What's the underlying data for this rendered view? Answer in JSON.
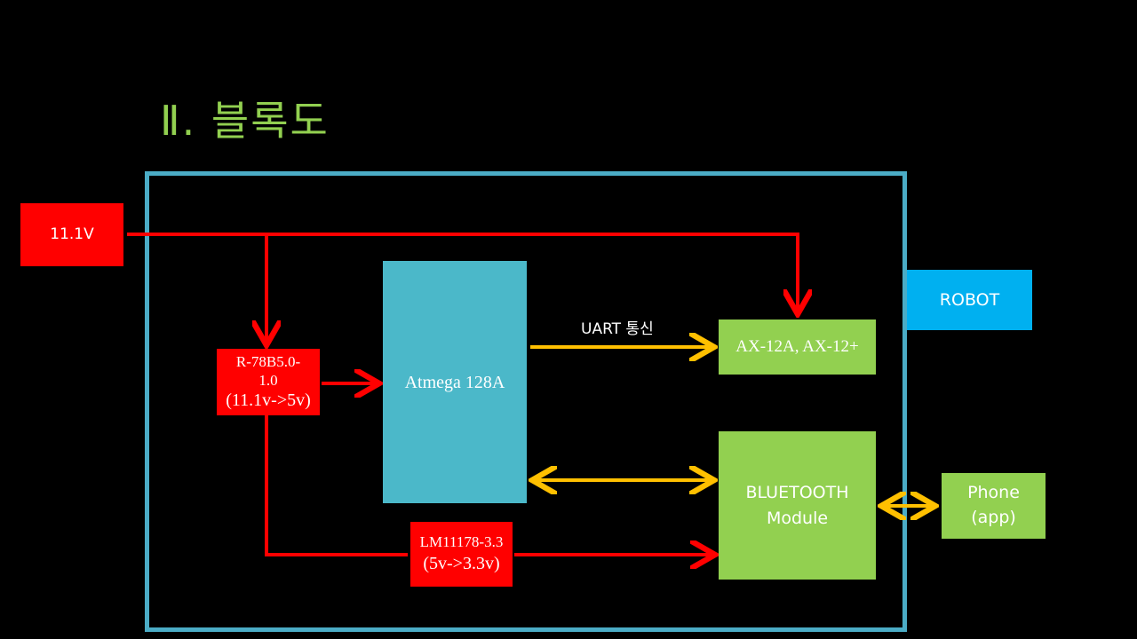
{
  "title": "Ⅱ. 블록도",
  "blocks": {
    "power_in": "11.1V",
    "regulator_5v": {
      "line1": "R-78B5.0-",
      "line2": "1.0",
      "line3": "(11.1v->5v)"
    },
    "mcu": "Atmega 128A",
    "servo": "AX-12A, AX-12+",
    "bluetooth": {
      "line1": "BLUETOOTH",
      "line2": "Module"
    },
    "regulator_3v3": {
      "line1": "LM11178-3.3",
      "line2": "(5v->3.3v)"
    },
    "robot": "ROBOT",
    "phone": {
      "line1": "Phone",
      "line2": "(app)"
    }
  },
  "labels": {
    "uart": "UART 통신"
  },
  "colors": {
    "frame": "#4bacc6",
    "power_wire": "#ff0000",
    "data_wire": "#ffc000",
    "title": "#92d050"
  }
}
